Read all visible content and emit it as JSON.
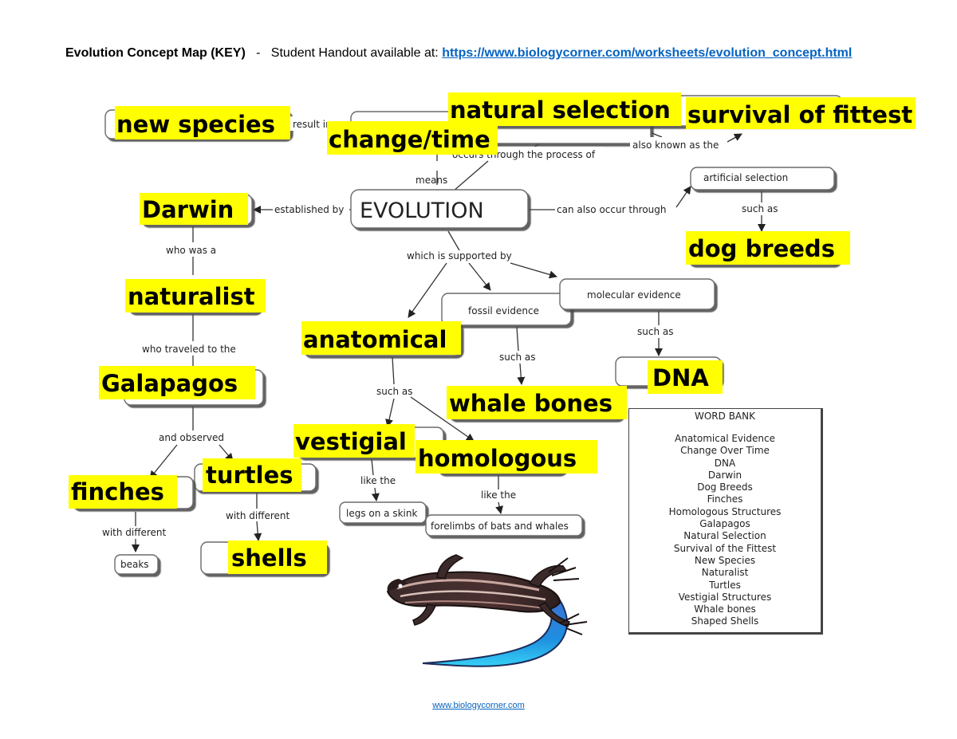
{
  "header": {
    "title": "Evolution Concept Map (KEY)",
    "separator": "-",
    "handout_text": "Student Handout available at:",
    "handout_url": "https://www.biologycorner.com/worksheets/evolution_concept.html"
  },
  "map": {
    "central": "EVOLUTION",
    "nodes": {
      "fossil": "fossil evidence",
      "molecular": "molecular evidence",
      "artificial": "artificial selection",
      "beaks": "beaks",
      "skink": "legs on a skink",
      "forelimbs": "forelimbs of bats and whales"
    },
    "links": {
      "result_in": "result in",
      "occurs_through": "occurs through the process of",
      "also_known": "also known as the",
      "means": "means",
      "established_by": "established by",
      "can_also": "can also occur through",
      "such_as_artificial": "such as",
      "supported_by": "which is supported by",
      "who_was_a": "who was a",
      "who_traveled": "who traveled to the",
      "such_as_molecular": "such as",
      "such_as_fossil": "such as",
      "such_as_anatomical": "such as",
      "and_observed": "and observed",
      "like_the_vestigial": "like the",
      "like_the_homologous": "like the",
      "with_different_finches": "with different",
      "with_different_turtles": "with different"
    },
    "answers": {
      "new_species": "new species",
      "natural_selection": "natural selection",
      "survival": "survival of fittest",
      "change_time": "change/time",
      "darwin": "Darwin",
      "dog_breeds": "dog breeds",
      "naturalist": "naturalist",
      "anatomical": "anatomical",
      "galapagos": "Galapagos",
      "dna": "DNA",
      "whale_bones": "whale bones",
      "vestigial": "vestigial",
      "homologous": "homologous",
      "turtles": "turtles",
      "finches": "finches",
      "shells": "shells"
    },
    "highlight_color": "#ffff00"
  },
  "word_bank": {
    "title": "WORD BANK",
    "items": [
      "Anatomical Evidence",
      "Change Over Time",
      "DNA",
      "Darwin",
      "Dog Breeds",
      "Finches",
      "Homologous Structures",
      "Galapagos",
      "Natural Selection",
      "Survival of the Fittest",
      "New Species",
      "Naturalist",
      "Turtles",
      "Vestigial Structures",
      "Whale bones",
      "Shaped Shells"
    ]
  },
  "footer": {
    "link": "www.biologycorner.com"
  },
  "decoration": {
    "image": "lizard-illustration"
  }
}
